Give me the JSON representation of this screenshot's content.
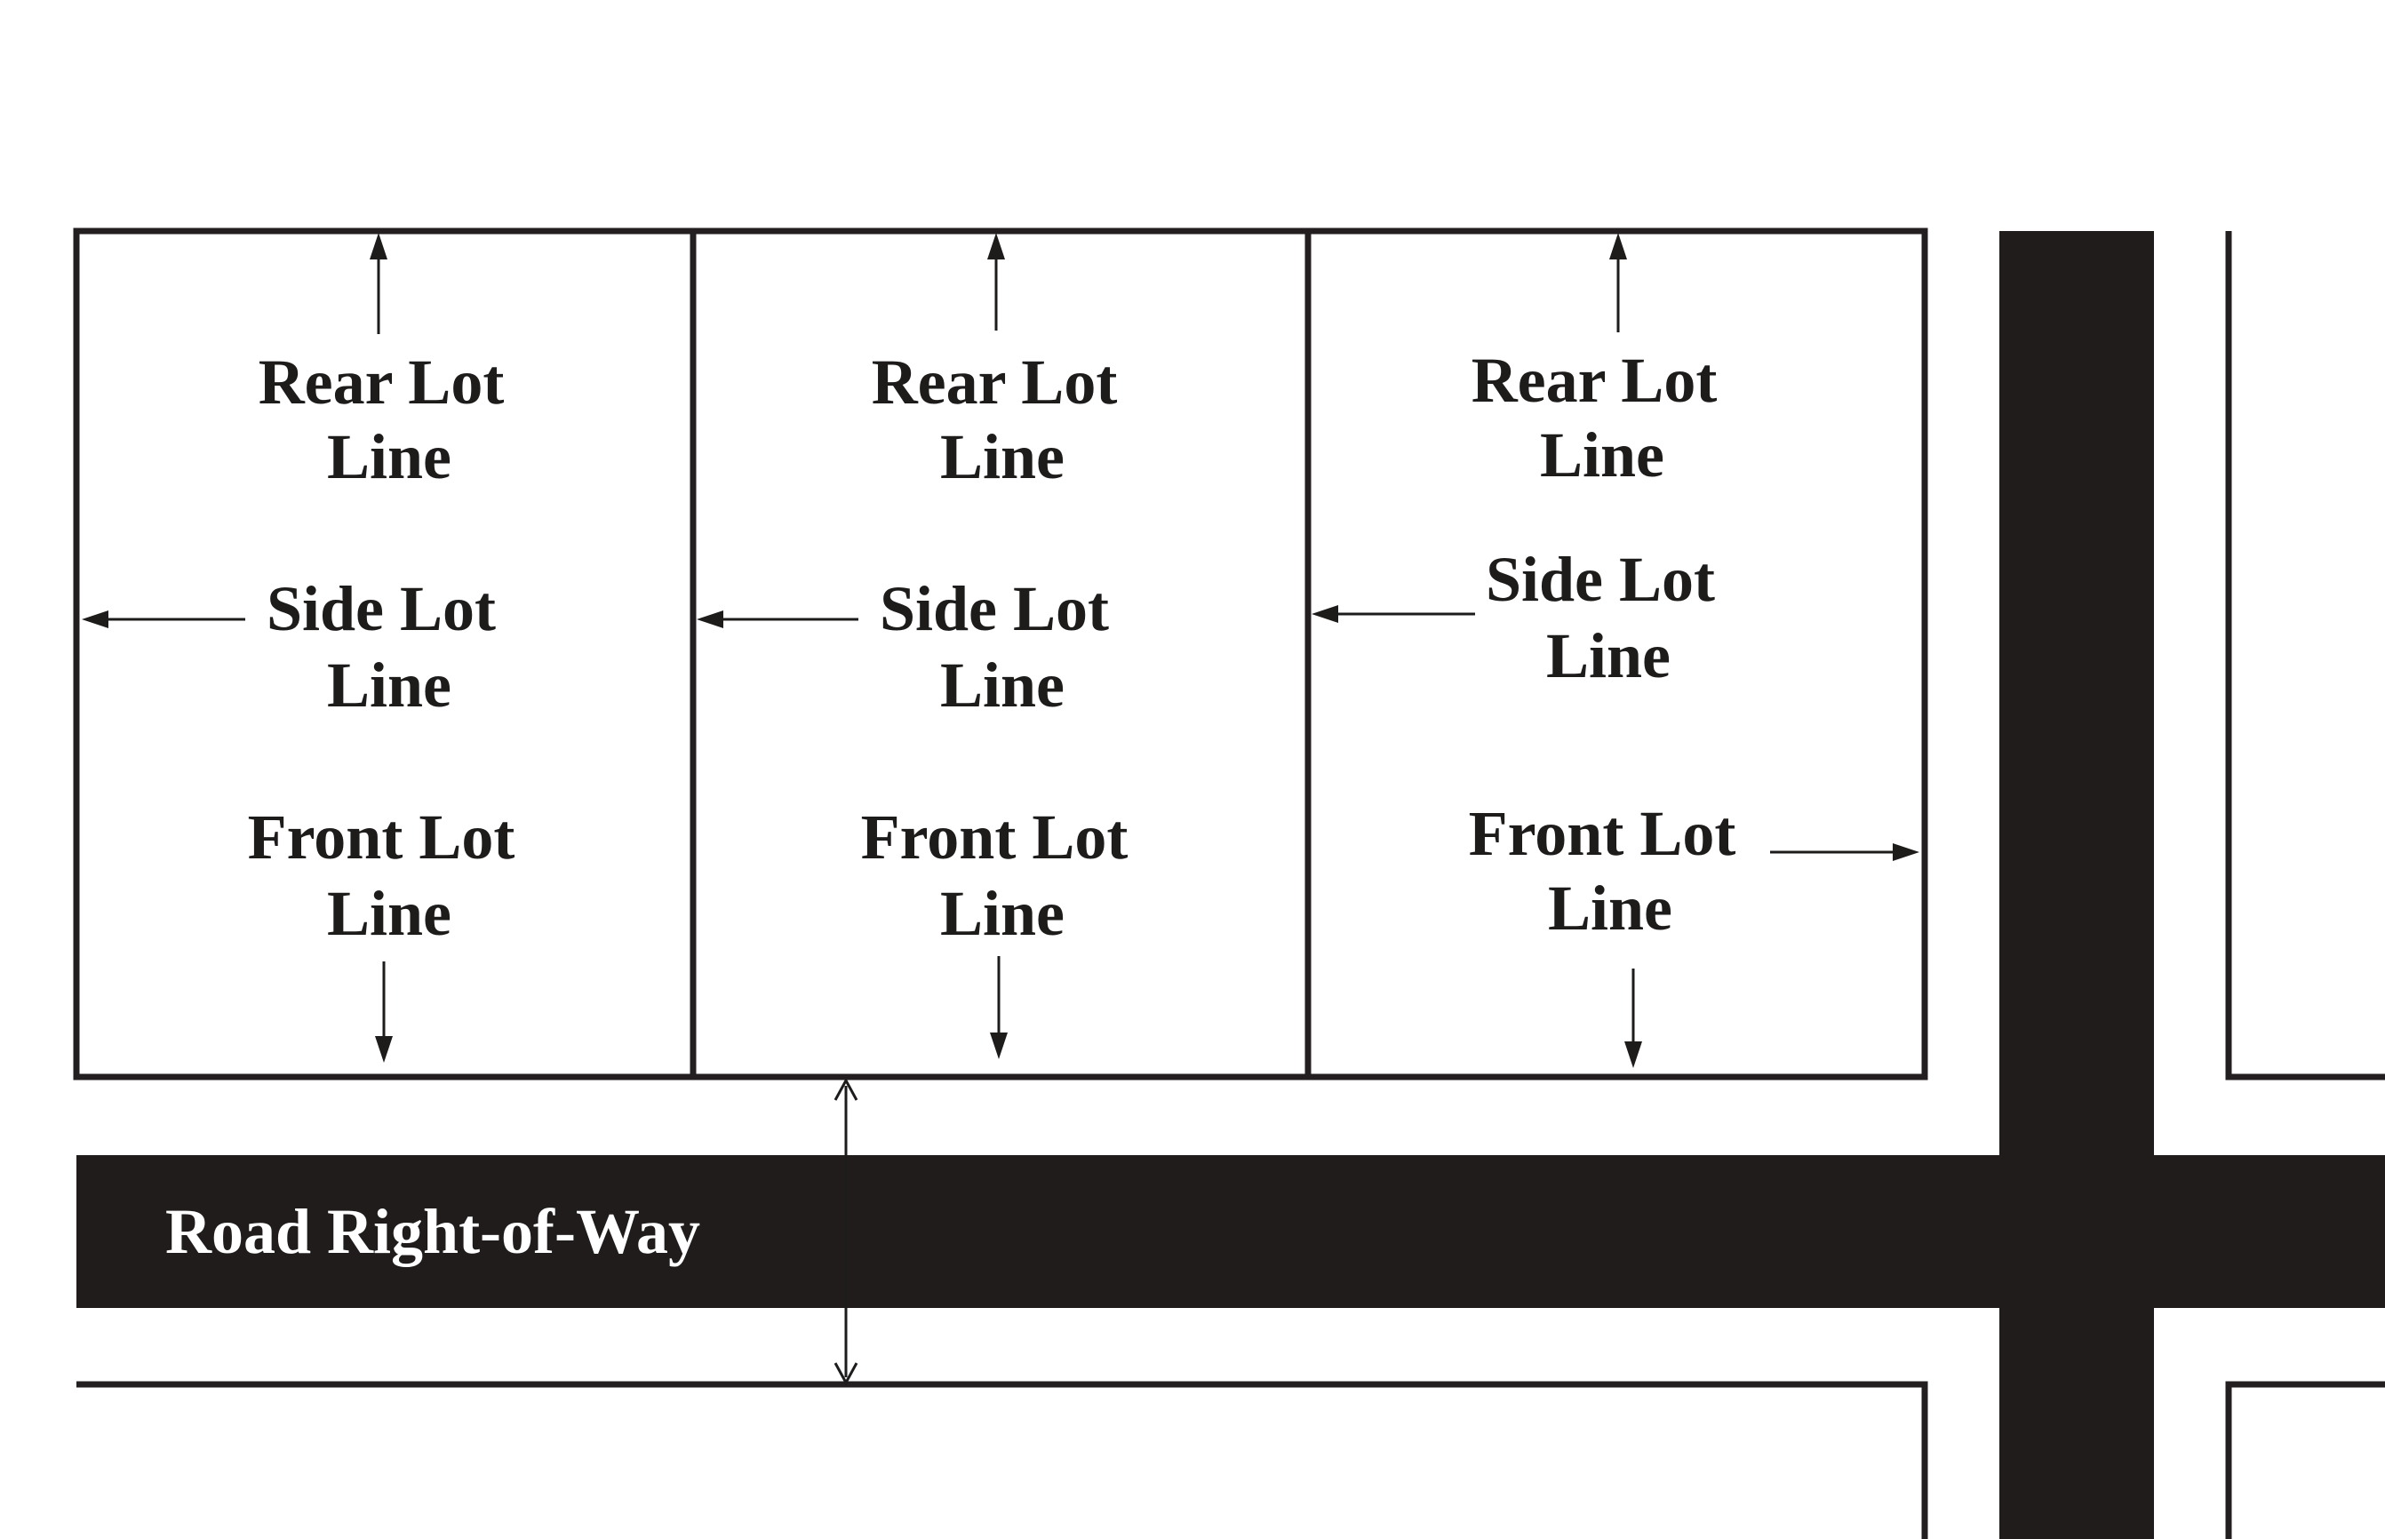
{
  "lots": [
    {
      "rear": [
        "Rear Lot",
        "Line"
      ],
      "side": [
        "Side Lot",
        "Line"
      ],
      "front": [
        "Front Lot",
        "Line"
      ]
    },
    {
      "rear": [
        "Rear Lot",
        "Line"
      ],
      "side": [
        "Side Lot",
        "Line"
      ],
      "front": [
        "Front Lot",
        "Line"
      ]
    },
    {
      "rear": [
        "Rear Lot",
        "Line"
      ],
      "side": [
        "Side Lot",
        "Line"
      ],
      "front": [
        "Front Lot",
        "Line"
      ]
    }
  ],
  "road": {
    "label": "Road Right-of-Way"
  },
  "colors": {
    "road_fill": "#201c1c",
    "line": "#231f20",
    "text": "#1e1b1b",
    "background": "#ffffff"
  }
}
